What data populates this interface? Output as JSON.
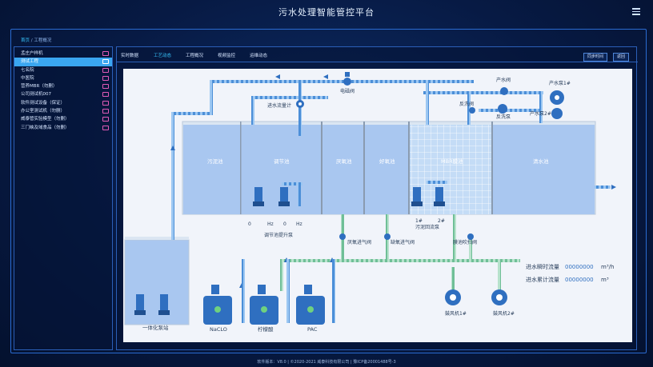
{
  "app": {
    "title": "污水处理智能管控平台"
  },
  "breadcrumb": {
    "home": "首页",
    "current": "工程概况"
  },
  "sidebar": {
    "items": [
      {
        "label": "孟庄户样机",
        "active": false
      },
      {
        "label": "测试工程",
        "active": true
      },
      {
        "label": "七名院",
        "active": false
      },
      {
        "label": "中医院",
        "active": false
      },
      {
        "label": "营养MBR（勿删）",
        "active": false
      },
      {
        "label": "公司测试机007",
        "active": false
      },
      {
        "label": "软件测试设备（保证）",
        "active": false
      },
      {
        "label": "办公室测试机（勿删）",
        "active": false
      },
      {
        "label": "威泰管实验模型（勿删）",
        "active": false
      },
      {
        "label": "三门峡及域食品（勿删）",
        "active": false
      }
    ]
  },
  "tabs": [
    {
      "label": "实时数据",
      "active": false
    },
    {
      "label": "工艺动态",
      "active": true
    },
    {
      "label": "工程概况",
      "active": false
    },
    {
      "label": "视频监控",
      "active": false
    },
    {
      "label": "运维动态",
      "active": false
    }
  ],
  "buttons": {
    "sync_time": "同步时间",
    "back": "返回"
  },
  "diagram": {
    "tanks": {
      "grid": "污泥池",
      "regulate": "调节池",
      "anoxic": "厌氧池",
      "aerobic": "好氧池",
      "mbr": "MBR膜池",
      "clear": "清水池",
      "integrated": "一体化泵站"
    },
    "valves": {
      "solenoid": "电磁阀",
      "inflow_meter": "进水流量计",
      "anaerobic_air": "厌氧进气阀",
      "anoxic_air": "缺氧进气阀",
      "membrane_purge": "膜池吹扫阀"
    },
    "pumps": {
      "regulate_lift": "调节池提升泵",
      "sludge_return": "污泥回流泵",
      "sludge_1": "1#",
      "sludge_2": "2#",
      "product_valve": "产水阀",
      "product_pump1": "产水泵1#",
      "product_pump2": "产水泵2#",
      "backwash_valve": "反洗阀",
      "backwash_pump": "反洗泵",
      "blower1": "鼓风机1#",
      "blower2": "鼓风机2#"
    },
    "hz": {
      "val1": "0",
      "val2": "0",
      "unit": "Hz"
    },
    "chem": [
      {
        "label": "NaCLO"
      },
      {
        "label": "柠檬酸"
      },
      {
        "label": "PAC"
      }
    ],
    "flow": {
      "instant_label": "进水瞬时流量",
      "instant_value": "00000000",
      "instant_unit": "m³/h",
      "total_label": "进水累计流量",
      "total_value": "00000000",
      "total_unit": "m³"
    }
  },
  "footer": {
    "text": "软件版本：V8.0 | ©2020-2021 威泰科技有限公司 | 豫ICP备20001488号-3"
  },
  "colors": {
    "accent": "#38c7ff",
    "pipe_water": "#4c8fd8",
    "pipe_air": "#57b38a",
    "tank": "#a9c7f0",
    "pump": "#2f6fc0"
  }
}
